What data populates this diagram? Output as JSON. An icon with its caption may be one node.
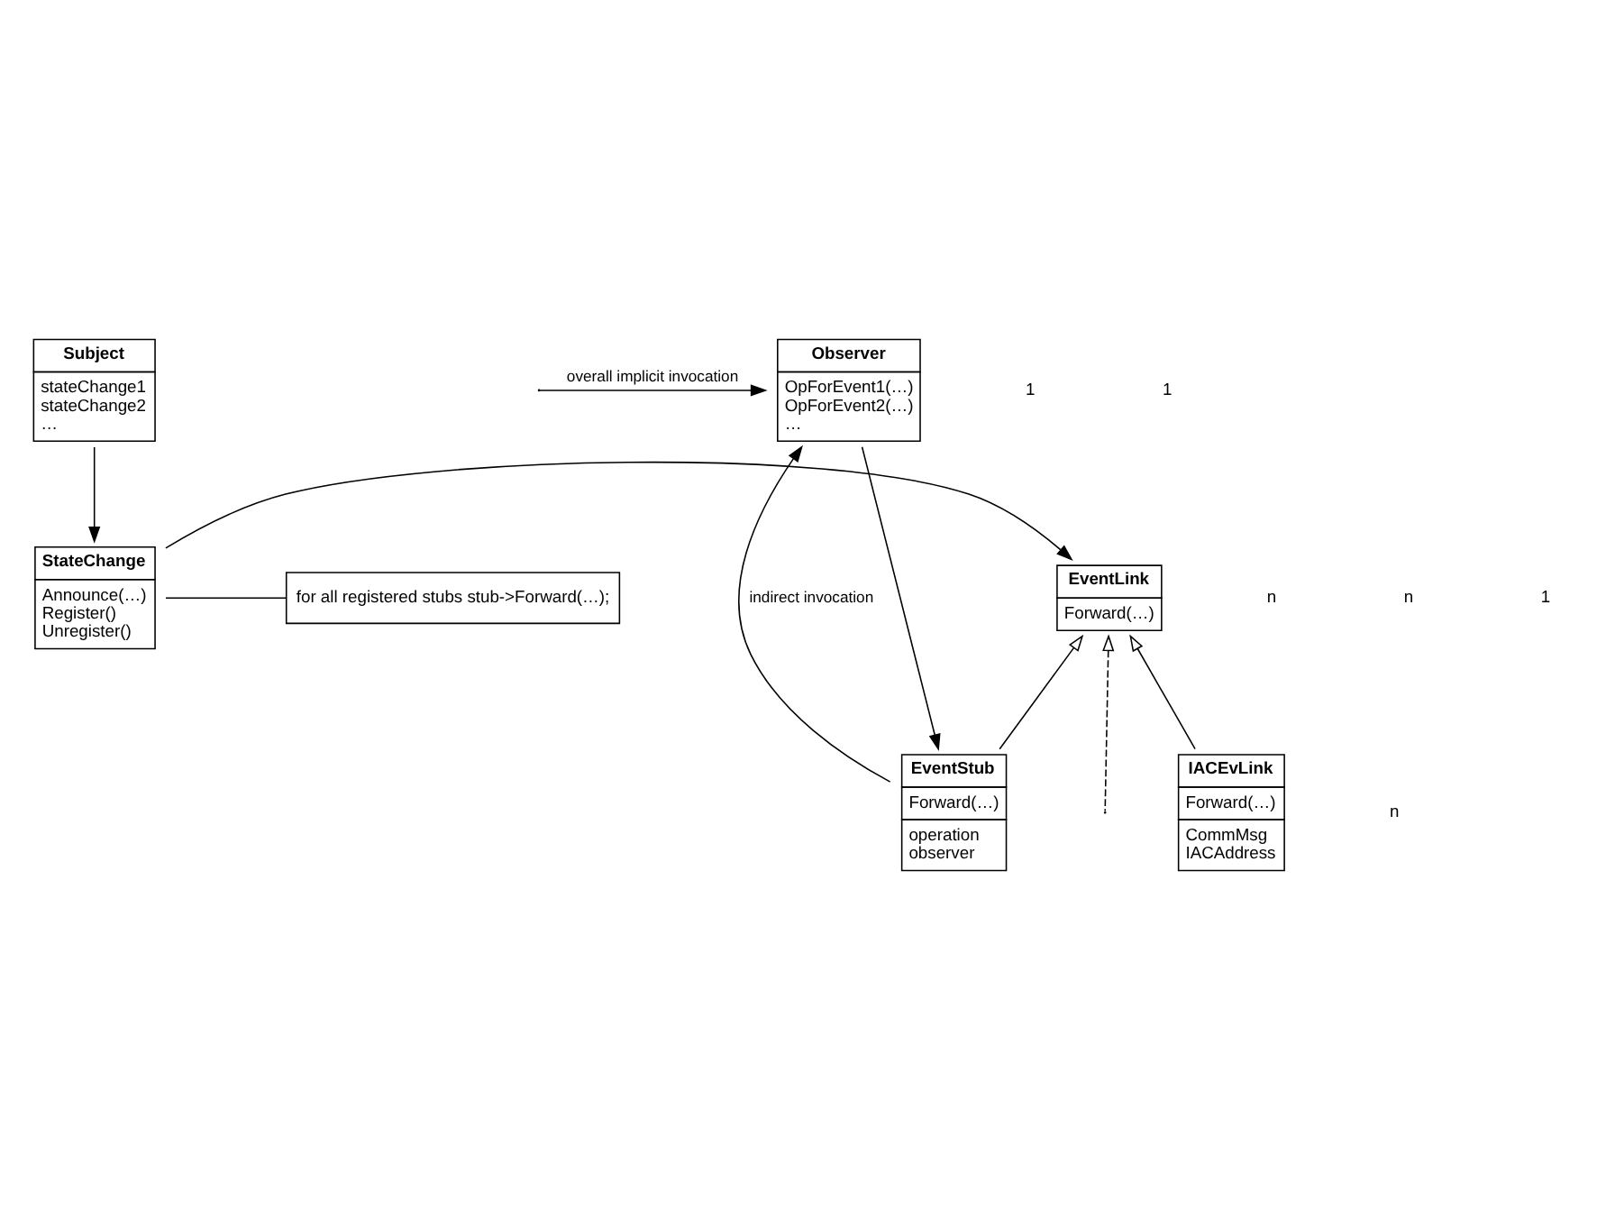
{
  "diagram": {
    "nodes": [
      {
        "text": [
          "Observer",
          "OpForEvent1(…)",
          "OpForEvent2(…)",
          "…"
        ]
      },
      {
        "text": [
          "Subject",
          "stateChange1",
          "stateChange2",
          "…"
        ]
      },
      {
        "text": [
          "EventLink",
          "Forward(…)"
        ]
      },
      {
        "text": [
          "StateChange",
          "Announce(…)",
          "Register()",
          "Unregister()"
        ]
      },
      {
        "text": [
          "for all registered stubs stub->Forward(…);"
        ]
      },
      {
        "text": [
          "EventStub",
          "Forward(…)",
          "operation",
          "observer"
        ]
      },
      {
        "text": [
          "IACEvLink",
          "Forward(…)",
          "CommMsg",
          "IACAddress"
        ]
      }
    ],
    "edges": [
      {
        "from": null,
        "to": 0,
        "arrow": "to",
        "label": "overall implicit invocation"
      },
      {
        "from": 0,
        "to": 5,
        "arrow": "to"
      },
      {
        "from": 5,
        "to": 0,
        "arrow": "to",
        "label": "indirect invocation"
      },
      {
        "from": 1,
        "to": 3,
        "arrow": "to"
      },
      {
        "from": 3,
        "to": 2,
        "arrow": "to"
      },
      {
        "from": 3,
        "to": 4,
        "arrow": "none"
      },
      {
        "from": 5,
        "to": 2,
        "arrow": "to"
      },
      {
        "from": 6,
        "to": 2,
        "arrow": "to"
      },
      {
        "from": null,
        "to": 2,
        "arrow": "to",
        "style": "dashed"
      }
    ],
    "labels": [
      "1",
      "1",
      "n",
      "n",
      "1",
      "n"
    ]
  }
}
